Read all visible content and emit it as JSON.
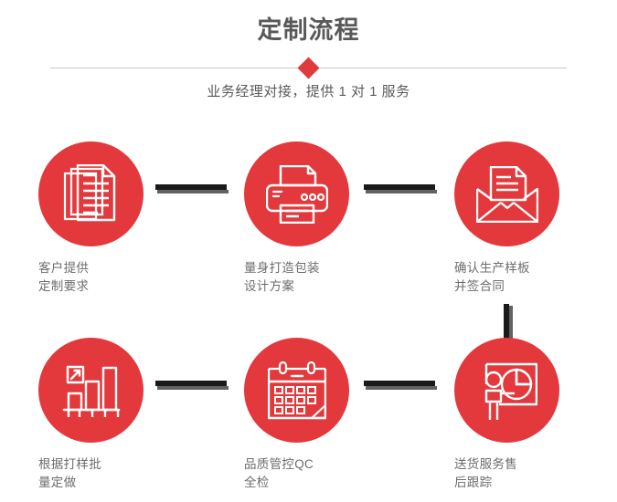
{
  "header": {
    "title": "定制流程",
    "subtitle": "业务经理对接，提供 1 对 1 服务",
    "divider_icon": "diamond-marker",
    "accent_color": "#e3393c",
    "title_color": "#595959",
    "line_color": "#c9c9c9"
  },
  "flow": {
    "connector_color": "#1a1a1a",
    "connector_shadow_color": "#626262",
    "steps": [
      {
        "index": 1,
        "icon": "documents-stack-icon",
        "label_line1": "客户提供",
        "label_line2": "定制要求"
      },
      {
        "index": 2,
        "icon": "printer-icon",
        "label_line1": "量身打造包装",
        "label_line2": "设计方案"
      },
      {
        "index": 3,
        "icon": "envelope-document-icon",
        "label_line1": "确认生产样板",
        "label_line2": "并签合同"
      },
      {
        "index": 4,
        "icon": "bar-chart-growth-icon",
        "label_line1": "根据打样批",
        "label_line2": "量定做"
      },
      {
        "index": 5,
        "icon": "calendar-icon",
        "label_line1": "品质管控QC",
        "label_line2": "全检"
      },
      {
        "index": 6,
        "icon": "presentation-pie-chart-icon",
        "label_line1": "送货服务售",
        "label_line2": "后跟踪"
      }
    ]
  }
}
